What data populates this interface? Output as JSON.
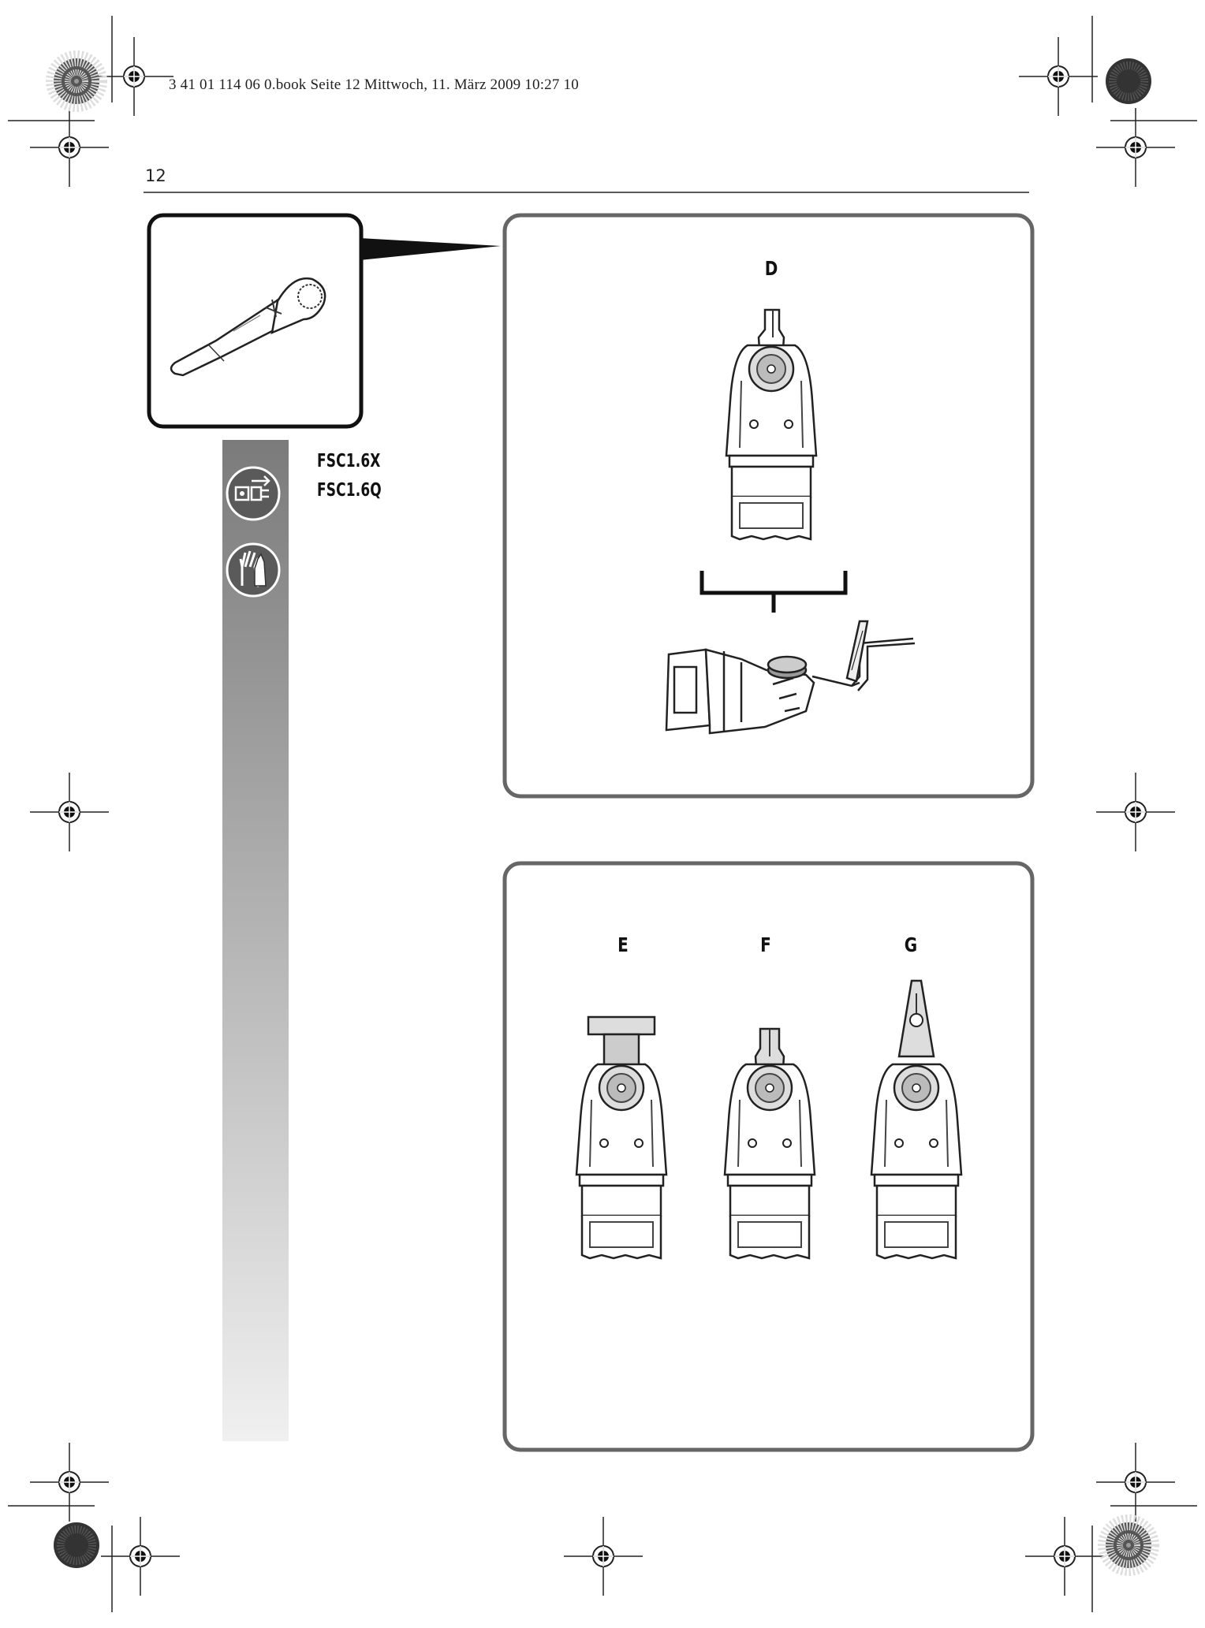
{
  "print_header": "3 41 01 114 06 0.book  Seite 12  Mittwoch, 11. März 2009  10:27 10",
  "page_number": "12",
  "models": [
    "FSC1.6X",
    "FSC1.6Q"
  ],
  "figure_labels": {
    "top": "D",
    "bottom": [
      "E",
      "F",
      "G"
    ]
  },
  "icons": [
    "unplug-power-icon",
    "wear-gloves-icon"
  ]
}
